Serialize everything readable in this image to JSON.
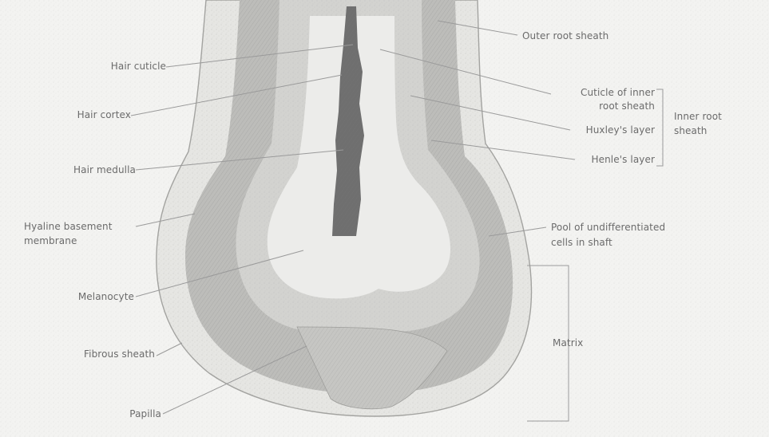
{
  "labels": {
    "outer_root_sheath": "Outer root sheath",
    "hair_cuticle": "Hair cuticle",
    "hair_cortex": "Hair cortex",
    "hair_medulla": "Hair medulla",
    "hyaline_line1": "Hyaline basement",
    "hyaline_line2": "membrane",
    "melanocyte": "Melanocyte",
    "fibrous_sheath": "Fibrous sheath",
    "papilla": "Papilla",
    "cuticle_irs_line1": "Cuticle of inner",
    "cuticle_irs_line2": "root sheath",
    "huxleys_layer": "Huxley's layer",
    "henles_layer": "Henle's layer",
    "inner_root_line1": "Inner root",
    "inner_root_line2": "sheath",
    "pool_line1": "Pool of undifferentiated",
    "pool_line2": "cells in shaft",
    "matrix": "Matrix"
  },
  "colors": {
    "background": "#f3f3f1",
    "outer_sheath": "#dcdcd9",
    "band": "#bdbdba",
    "bulb_center": "#ececea",
    "medulla": "#6f6f6f",
    "leader_line": "#9a9a9a",
    "label_text": "#6b6b6b"
  }
}
